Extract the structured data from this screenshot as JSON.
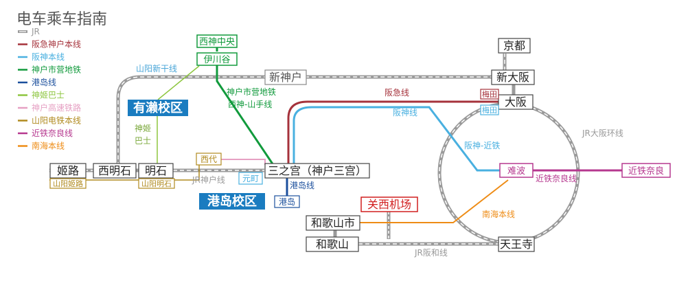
{
  "title": "电车乘车指南",
  "legend": [
    {
      "label": "JR",
      "color": "#9a9a9a",
      "style": "double"
    },
    {
      "label": "阪急神户本线",
      "color": "#a5323b"
    },
    {
      "label": "阪神本线",
      "color": "#49b0e0"
    },
    {
      "label": "神户市营地铁",
      "color": "#119a3c"
    },
    {
      "label": "港岛线",
      "color": "#1b4f9c"
    },
    {
      "label": "神姬巴士",
      "color": "#8dc63f"
    },
    {
      "label": "神户高速铁路",
      "color": "#e6a0c3"
    },
    {
      "label": "山阳电铁本线",
      "color": "#b08a1e"
    },
    {
      "label": "近铁奈良线",
      "color": "#b6388f"
    },
    {
      "label": "南海本线",
      "color": "#ee8c16"
    }
  ],
  "colors": {
    "jr": "#9a9a9a",
    "hankyu": "#a5323b",
    "hanshin": "#49b0e0",
    "subway": "#119a3c",
    "port": "#1b4f9c",
    "bus": "#8dc63f",
    "kobe_kosoku": "#e6a0c3",
    "sanyo": "#b08a1e",
    "kintetsu": "#b6388f",
    "nankai": "#ee8c16",
    "campus": "#1a7cc0",
    "kix": "#d11f1f"
  },
  "stations": {
    "himeji": "姬路",
    "nishiakashi": "西明石",
    "akashi": "明石",
    "sannomiya": "三之宫（神户三宫）",
    "shinkobe": "新神户",
    "shin_osaka": "新大阪",
    "kyoto": "京都",
    "osaka": "大阪",
    "namba": "难波",
    "tennoji": "天王寺",
    "wakayamashi": "和歌山市",
    "wakayama": "和歌山",
    "kix": "关西机场",
    "kintetsu_nara": "近铁奈良",
    "seishin_chuo": "西神中央",
    "ikawadani": "伊川谷",
    "nishidai": "西代",
    "motomachi": "元町",
    "port_stn": "港岛",
    "umeda_hankyu": "梅田",
    "umeda_hanshin": "梅田",
    "sanyo_himeji": "山阳姬路",
    "sanyo_akashi": "山阳明石"
  },
  "campuses": {
    "ariake": "有濑校区",
    "port": "港岛校区"
  },
  "line_labels": {
    "sanyo_shinkansen": "山阳新干线",
    "hankyu": "阪急线",
    "hanshin": "阪神线",
    "subway": "神户市营地铁\n西神-山手线",
    "port_liner": "港岛线",
    "bus": "神姬\n巴士",
    "jr_kobe": "JR神户线",
    "jr_loop": "JR大阪环线",
    "hanshin_kintetsu": "阪神-近铁",
    "kintetsu_nara": "近铁奈良线",
    "nankai": "南海本线",
    "jr_hanwa": "JR阪和线"
  }
}
